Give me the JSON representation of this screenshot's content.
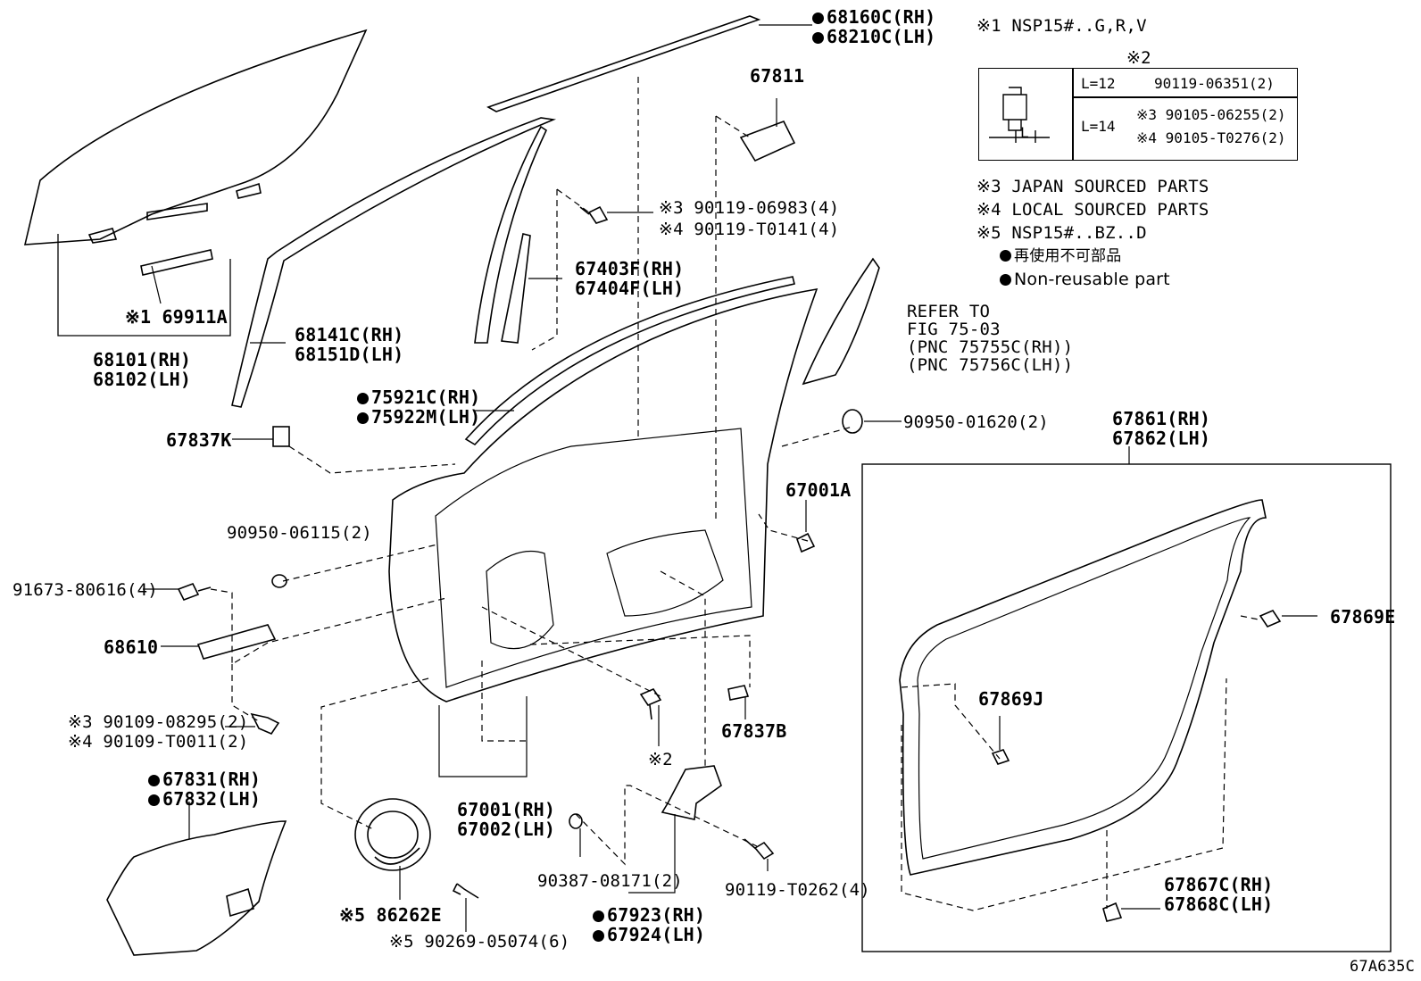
{
  "diagram_id": "67A635C",
  "notes": {
    "n1": "※1 NSP15#..G,R,V",
    "n2_marker": "※2",
    "n3": "※3 JAPAN SOURCED PARTS",
    "n4": "※4 LOCAL SOURCED PARTS",
    "n5": "※5 NSP15#..BZ..D",
    "nonreusable_jp": "再使用不可部品",
    "nonreusable_en": "Non-reusable part"
  },
  "bolt_table": {
    "dim_label": "L",
    "row1_len": "L=12",
    "row1_part": "90119-06351(2)",
    "row2_len": "L=14",
    "row2_part_a": "※3 90105-06255(2)",
    "row2_part_b": "※4 90105-T0276(2)"
  },
  "labels": {
    "p68160": "68160C(RH)",
    "p68210": "68210C(LH)",
    "p67811": "67811",
    "p90119_a": "※3 90119-06983(4)",
    "p90119_b": "※4 90119-T0141(4)",
    "p67403": "67403F(RH)",
    "p67404": "67404F(LH)",
    "p69911": "※1 69911A",
    "p68141": "68141C(RH)",
    "p68151": "68151D(LH)",
    "p68101": "68101(RH)",
    "p68102": "68102(LH)",
    "refer1": "REFER TO",
    "refer2": "FIG 75-03",
    "refer3": "(PNC 75755C(RH))",
    "refer4": "(PNC 75756C(LH))",
    "p75921": "75921C(RH)",
    "p75922": "75922M(LH)",
    "p67837k": "67837K",
    "p90950_01620": "90950-01620(2)",
    "p67861": "67861(RH)",
    "p67862": "67862(LH)",
    "p67001a": "67001A",
    "p90950_06115": "90950-06115(2)",
    "p91673": "91673-80616(4)",
    "p68610": "68610",
    "p67869e": "67869E",
    "p67869j": "67869J",
    "p90109_a": "※3 90109-08295(2)",
    "p90109_b": "※4 90109-T0011(2)",
    "p67837b": "67837B",
    "p2mark": "※2",
    "p67831": "67831(RH)",
    "p67832": "67832(LH)",
    "p67001": "67001(RH)",
    "p67002": "67002(LH)",
    "p90387": "90387-08171(2)",
    "p90119_t0262": "90119-T0262(4)",
    "p67867": "67867C(RH)",
    "p67868": "67868C(LH)",
    "p86262": "※5 86262E",
    "p90269": "※5 90269-05074(6)",
    "p67923": "67923(RH)",
    "p67924": "67924(LH)"
  }
}
